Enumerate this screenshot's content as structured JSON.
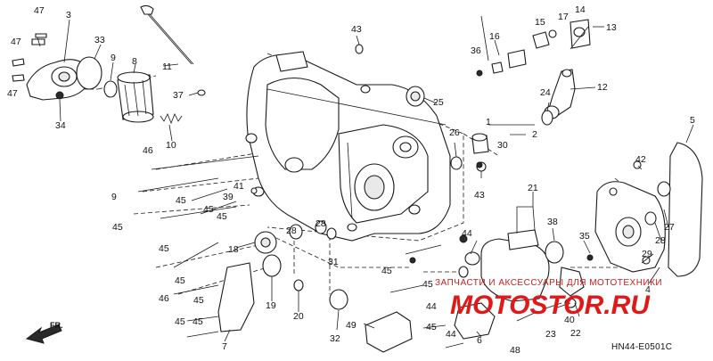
{
  "diagram": {
    "callouts": [
      "1",
      "2",
      "3",
      "4",
      "5",
      "6",
      "7",
      "8",
      "9",
      "10",
      "11",
      "12",
      "13",
      "14",
      "15",
      "16",
      "17",
      "18",
      "19",
      "20",
      "21",
      "22",
      "23",
      "24",
      "25",
      "26",
      "27",
      "28",
      "29",
      "30",
      "31",
      "32",
      "33",
      "34",
      "35",
      "36",
      "37",
      "38",
      "39",
      "40",
      "41",
      "42",
      "43",
      "44",
      "45",
      "46",
      "47",
      "48",
      "49"
    ],
    "direction_label": "FR.",
    "diagram_code": "HN44-E0501C"
  },
  "watermark": {
    "tagline": "ЗАПЧАСТИ И АКСЕССУАРЫ ДЛЯ МОТОТЕХНИКИ",
    "site": "MOTOSTOR.RU",
    "color": "#e01818"
  }
}
